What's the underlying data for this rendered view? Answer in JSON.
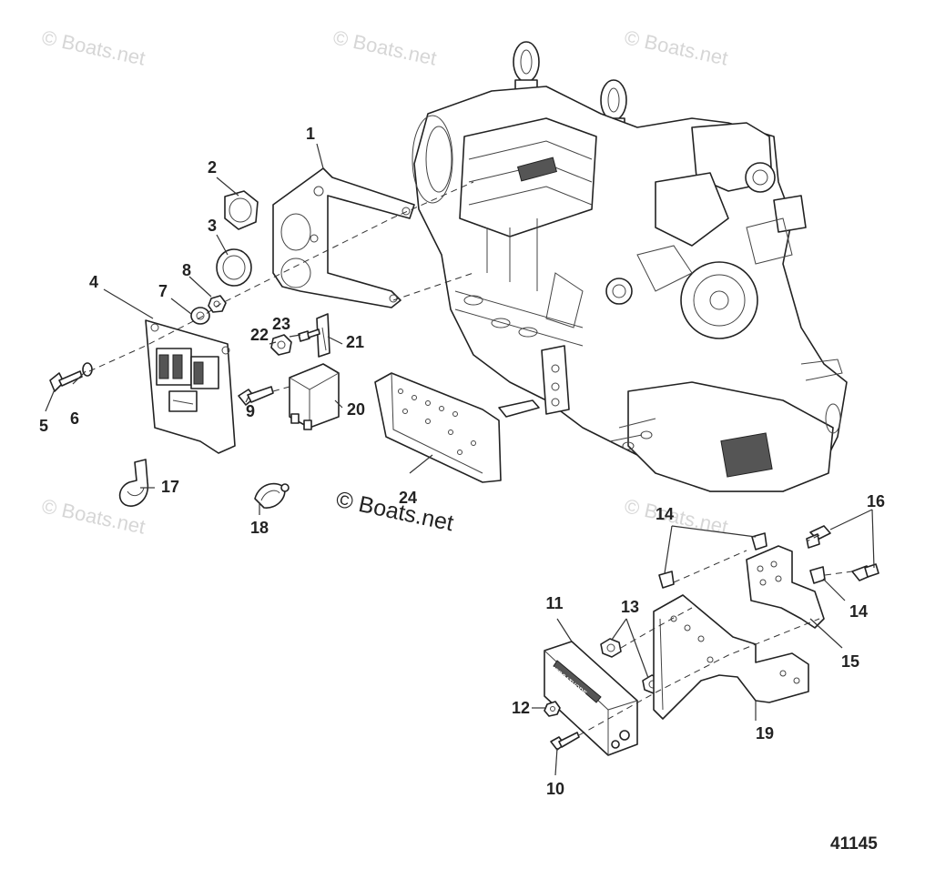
{
  "watermarks": {
    "text": "© Boats.net",
    "main": "© Boats.net"
  },
  "figure_number": "41145",
  "callouts": [
    {
      "id": "c1",
      "label": "1"
    },
    {
      "id": "c2",
      "label": "2"
    },
    {
      "id": "c3",
      "label": "3"
    },
    {
      "id": "c4",
      "label": "4"
    },
    {
      "id": "c5",
      "label": "5"
    },
    {
      "id": "c6",
      "label": "6"
    },
    {
      "id": "c7",
      "label": "7"
    },
    {
      "id": "c8",
      "label": "8"
    },
    {
      "id": "c9",
      "label": "9"
    },
    {
      "id": "c10",
      "label": "10"
    },
    {
      "id": "c11",
      "label": "11"
    },
    {
      "id": "c12",
      "label": "12"
    },
    {
      "id": "c13",
      "label": "13"
    },
    {
      "id": "c14a",
      "label": "14"
    },
    {
      "id": "c14b",
      "label": "14"
    },
    {
      "id": "c15",
      "label": "15"
    },
    {
      "id": "c16",
      "label": "16"
    },
    {
      "id": "c17",
      "label": "17"
    },
    {
      "id": "c18",
      "label": "18"
    },
    {
      "id": "c19",
      "label": "19"
    },
    {
      "id": "c20",
      "label": "20"
    },
    {
      "id": "c21",
      "label": "21"
    },
    {
      "id": "c22",
      "label": "22"
    },
    {
      "id": "c23",
      "label": "23"
    },
    {
      "id": "c24",
      "label": "24"
    }
  ],
  "module_label": "MERCATHODE"
}
